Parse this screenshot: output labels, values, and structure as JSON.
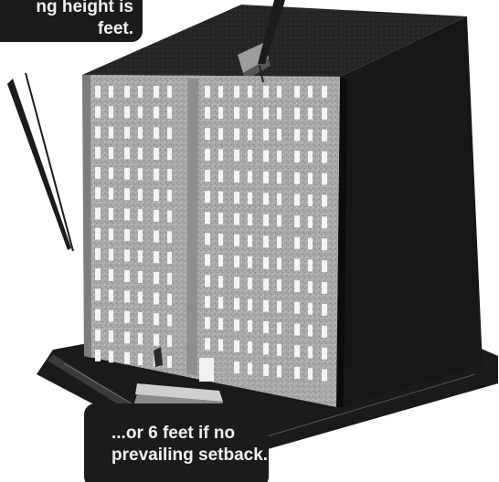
{
  "callouts": {
    "top_left": {
      "line1": "ng height is",
      "line2": "feet."
    },
    "bottom_left": {
      "line1": "...or 6 feet if no",
      "line2": "prevailing setback."
    }
  },
  "colors": {
    "callout_background": "#1b1b1b",
    "callout_text": "#f2f2f2",
    "building_facade": "#a9a9a9",
    "building_side": "#171717",
    "building_roof": "#2d2d2d",
    "base_slab": "#1a1a1a",
    "window": "#f4f4f4"
  }
}
